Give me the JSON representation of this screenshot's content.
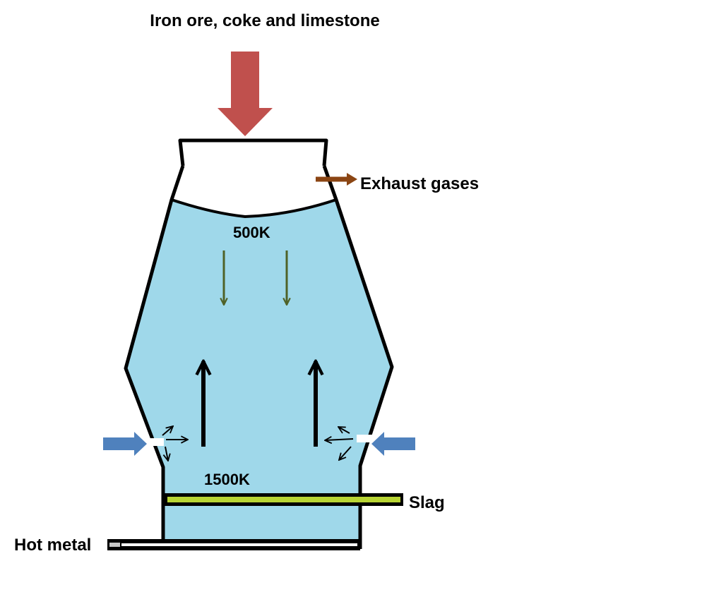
{
  "labels": {
    "input": "Iron ore, coke and limestone",
    "exhaust": "Exhaust gases",
    "temp_top": "500K",
    "temp_bottom": "1500K",
    "slag": "Slag",
    "hot_metal": "Hot metal"
  },
  "colors": {
    "furnace_fill": "#9fd8ea",
    "outline": "#000000",
    "input_arrow": "#c0504d",
    "exhaust_arrow": "#8b4513",
    "air_arrow": "#4f81bd",
    "descending_arrow": "#4f6228",
    "slag_stream": "#b8d433",
    "hot_metal_stream": "#c8c8c8"
  }
}
